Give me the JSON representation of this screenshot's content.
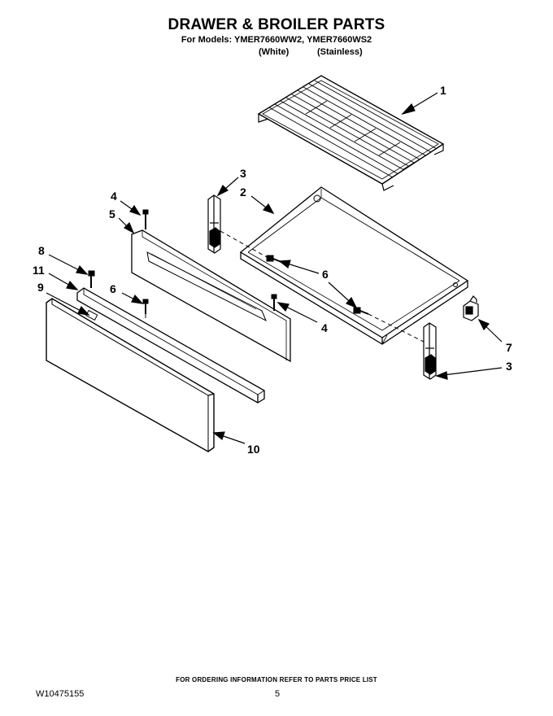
{
  "header": {
    "title": "DRAWER & BROILER PARTS",
    "models": "For Models: YMER7660WW2, YMER7660WS2",
    "finish_white": "(White)",
    "finish_stainless": "(Stainless)"
  },
  "callouts": {
    "c1": "1",
    "c2": "2",
    "c3a": "3",
    "c3b": "3",
    "c4a": "4",
    "c4b": "4",
    "c5": "5",
    "c6a": "6",
    "c6b": "6",
    "c7": "7",
    "c8": "8",
    "c9": "9",
    "c10": "10",
    "c11": "11"
  },
  "footer": {
    "ordering_note": "FOR ORDERING INFORMATION REFER TO PARTS PRICE LIST",
    "doc_number": "W10475155",
    "page_number": "5"
  }
}
